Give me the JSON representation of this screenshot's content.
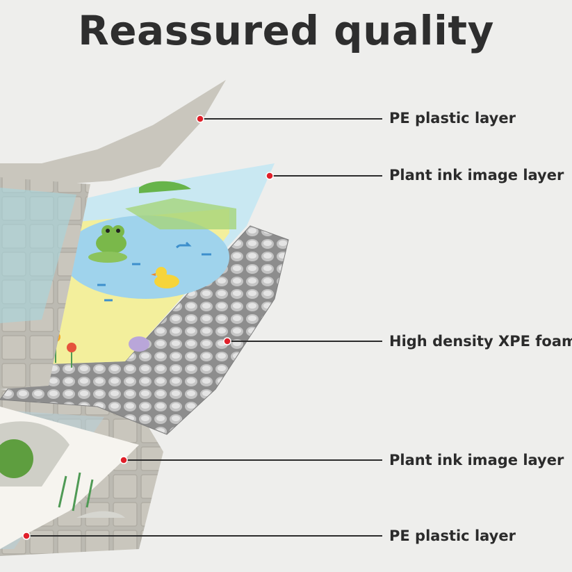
{
  "title": "Reassured quality",
  "layers": [
    {
      "label": "PE plastic layer"
    },
    {
      "label": "Plant ink image layer"
    },
    {
      "label": "High density XPE foam"
    },
    {
      "label": "Plant ink image layer"
    },
    {
      "label": "PE plastic layer"
    }
  ],
  "colors": {
    "background": "#eeeeec",
    "marker": "#e0202a",
    "text": "#2b2b2b",
    "pe_layer": "#c9c6bd",
    "image_layer_sky": "#c8e6ef",
    "foam": "#9c9c9c"
  },
  "icons": [
    "red-dot-marker"
  ]
}
